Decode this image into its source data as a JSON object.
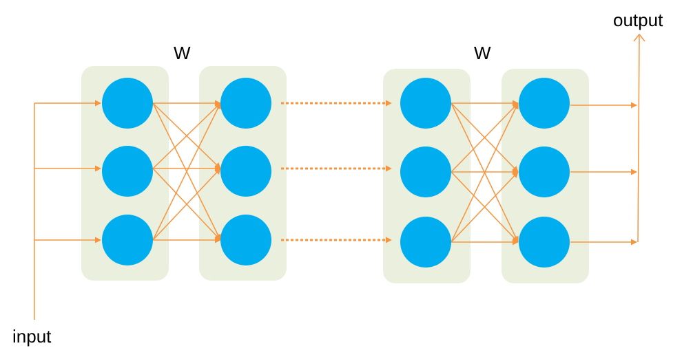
{
  "labels": {
    "input": "input",
    "output": "output",
    "weight_left": "W",
    "weight_right": "W"
  },
  "colors": {
    "node": "#00aeef",
    "layer_box": "#eaefde",
    "arrow": "#f7953f"
  }
}
